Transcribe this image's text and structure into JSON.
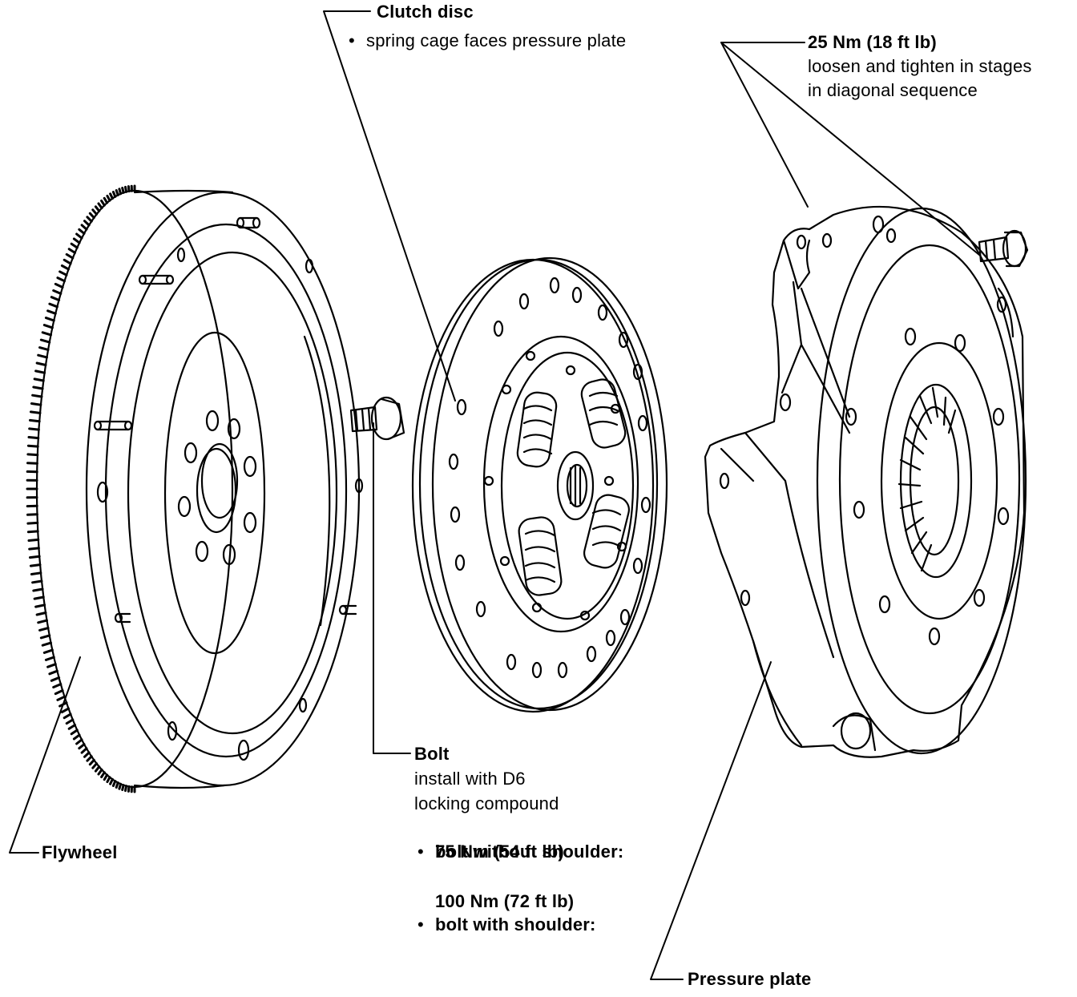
{
  "labels": {
    "clutch_disc": {
      "title": "Clutch disc",
      "note": "spring cage faces pressure plate"
    },
    "flywheel_bolt_torque": {
      "title": "25 Nm (18 ft lb)",
      "line1": "loosen and tighten in stages",
      "line2": "in diagonal sequence"
    },
    "bolt": {
      "title": "Bolt",
      "line1": "install with D6",
      "line2": "locking compound",
      "item1_a": "bolt without shoulder:",
      "item1_b": "75 Nm (54 ft lb)",
      "item2_a": "bolt with shoulder:",
      "item2_b": "100 Nm (72 ft lb)"
    },
    "flywheel": {
      "title": "Flywheel"
    },
    "pressure_plate": {
      "title": "Pressure plate"
    }
  },
  "colors": {
    "ink": "#000000",
    "paper": "#ffffff"
  }
}
